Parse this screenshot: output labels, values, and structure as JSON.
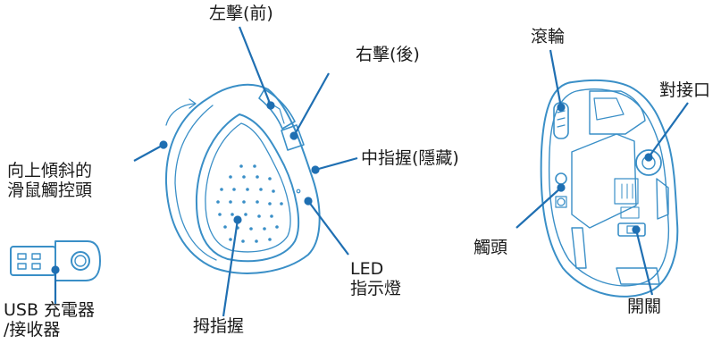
{
  "labels": {
    "left_click": "左擊(前)",
    "right_click": "右擊(後)",
    "middle_grip": "中指握(隱藏)",
    "tilt_head_line1": "向上傾斜的",
    "tilt_head_line2": "滑鼠觸控頭",
    "led_line1": "LED",
    "led_line2": "指示燈",
    "thumb_grip": "拇指握",
    "usb_line1": "USB 充電器",
    "usb_line2": "/接收器",
    "scroll_wheel": "滾輪",
    "dock_port": "對接口",
    "contacts": "觸頭",
    "power_switch": "開關"
  },
  "colors": {
    "outline": "#3a8fc7",
    "leader": "#1f6fb2",
    "fill": "#ffffff"
  }
}
